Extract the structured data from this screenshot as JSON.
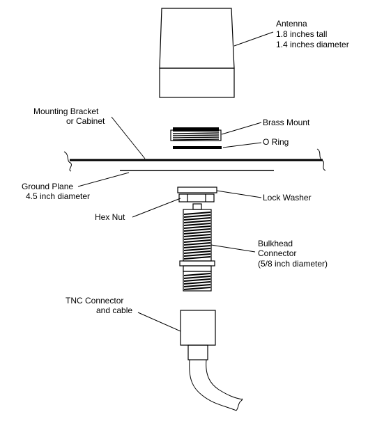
{
  "labels": {
    "antenna": [
      "Antenna",
      "1.8 inches tall",
      "1.4 inches diameter"
    ],
    "mounting_bracket": [
      "Mounting Bracket",
      "or Cabinet"
    ],
    "brass_mount": "Brass Mount",
    "o_ring": "O Ring",
    "ground_plane": [
      "Ground Plane",
      "4.5 inch diameter"
    ],
    "lock_washer": "Lock Washer",
    "hex_nut": "Hex Nut",
    "bulkhead_connector": [
      "Bulkhead",
      "Connector",
      "(5/8 inch diameter)"
    ],
    "tnc_connector": [
      "TNC Connector",
      "and cable"
    ]
  },
  "colors": {
    "stroke": "#000000",
    "background": "#ffffff"
  }
}
